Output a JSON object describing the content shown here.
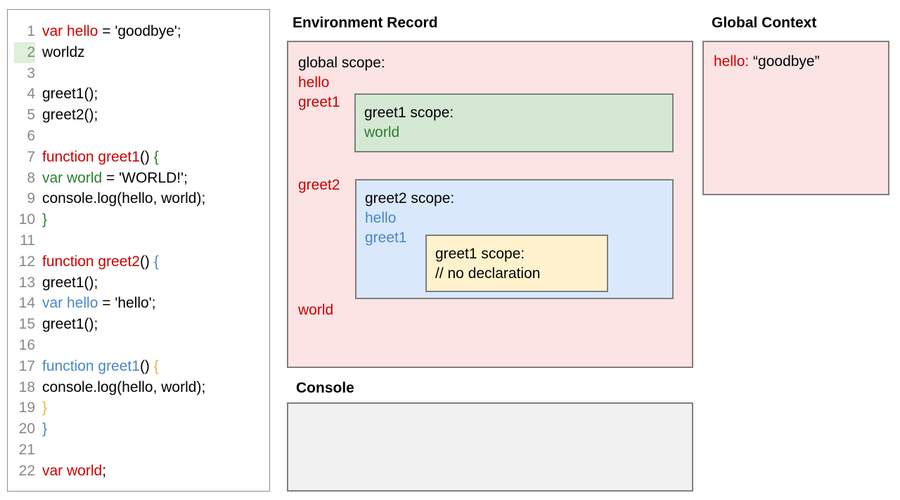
{
  "code_editor": {
    "lines": [
      {
        "num": "1",
        "highlight": false,
        "tokens": [
          {
            "t": "var hello",
            "c": "red"
          },
          {
            "t": " = 'goodbye';",
            "c": "black"
          }
        ]
      },
      {
        "num": "2",
        "highlight": true,
        "tokens": [
          {
            "t": "worldz",
            "c": "black"
          }
        ]
      },
      {
        "num": "3",
        "highlight": false,
        "tokens": []
      },
      {
        "num": "4",
        "highlight": false,
        "tokens": [
          {
            "t": "greet1();",
            "c": "black"
          }
        ]
      },
      {
        "num": "5",
        "highlight": false,
        "tokens": [
          {
            "t": "greet2();",
            "c": "black"
          }
        ]
      },
      {
        "num": "6",
        "highlight": false,
        "tokens": []
      },
      {
        "num": "7",
        "highlight": false,
        "tokens": [
          {
            "t": "function greet1",
            "c": "red"
          },
          {
            "t": "()",
            "c": "black"
          },
          {
            "t": " {",
            "c": "green"
          }
        ]
      },
      {
        "num": "8",
        "highlight": false,
        "tokens": [
          {
            "t": " ",
            "c": "black"
          },
          {
            "t": "var world",
            "c": "green"
          },
          {
            "t": " = 'WORLD!';",
            "c": "black"
          }
        ]
      },
      {
        "num": "9",
        "highlight": false,
        "tokens": [
          {
            "t": " console.log(hello, world);",
            "c": "black"
          }
        ]
      },
      {
        "num": "10",
        "highlight": false,
        "tokens": [
          {
            "t": "}",
            "c": "green"
          }
        ]
      },
      {
        "num": "11",
        "highlight": false,
        "tokens": []
      },
      {
        "num": "12",
        "highlight": false,
        "tokens": [
          {
            "t": " ",
            "c": "black"
          },
          {
            "t": "function greet2",
            "c": "red"
          },
          {
            "t": "()",
            "c": "black"
          },
          {
            "t": " {",
            "c": "blue"
          }
        ]
      },
      {
        "num": "13",
        "highlight": false,
        "tokens": [
          {
            "t": "  greet1();",
            "c": "black"
          }
        ]
      },
      {
        "num": "14",
        "highlight": false,
        "tokens": [
          {
            "t": "  ",
            "c": "black"
          },
          {
            "t": "var hello",
            "c": "blue"
          },
          {
            "t": " = 'hello';",
            "c": "black"
          }
        ]
      },
      {
        "num": "15",
        "highlight": false,
        "tokens": [
          {
            "t": "  greet1();",
            "c": "black"
          }
        ]
      },
      {
        "num": "16",
        "highlight": false,
        "tokens": []
      },
      {
        "num": "17",
        "highlight": false,
        "tokens": [
          {
            "t": "  ",
            "c": "black"
          },
          {
            "t": "function greet1",
            "c": "blue"
          },
          {
            "t": "()",
            "c": "black"
          },
          {
            "t": " {",
            "c": "tan"
          }
        ]
      },
      {
        "num": "18",
        "highlight": false,
        "tokens": [
          {
            "t": "  console.log(hello, world);",
            "c": "black"
          }
        ]
      },
      {
        "num": "19",
        "highlight": false,
        "tokens": [
          {
            "t": "  ",
            "c": "black"
          },
          {
            "t": "}",
            "c": "tan"
          }
        ]
      },
      {
        "num": "20",
        "highlight": false,
        "tokens": [
          {
            "t": "}",
            "c": "blue"
          }
        ]
      },
      {
        "num": "21",
        "highlight": false,
        "tokens": []
      },
      {
        "num": "22",
        "highlight": false,
        "tokens": [
          {
            "t": " ",
            "c": "black"
          },
          {
            "t": "var world",
            "c": "red"
          },
          {
            "t": ";",
            "c": "black"
          }
        ]
      }
    ]
  },
  "environment_record": {
    "title": "Environment Record",
    "global_scope_label": "global scope:",
    "bindings": [
      "hello",
      "greet1",
      "greet2",
      "world"
    ],
    "binding_hello": "hello",
    "binding_greet1": "greet1",
    "binding_greet2": "greet2",
    "binding_world": "world",
    "greet1_scope": {
      "title": "greet1 scope:",
      "entries": [
        "world"
      ],
      "entry_world": "world"
    },
    "greet2_scope": {
      "title": "greet2 scope:",
      "entry_hello": "hello",
      "entry_greet1": "greet1",
      "inner_greet1_scope": {
        "title": "greet1 scope:",
        "note": "// no declaration"
      }
    }
  },
  "console": {
    "title": "Console",
    "output": ""
  },
  "global_context": {
    "title": "Global Context",
    "entries": [
      {
        "key": "hello:",
        "value": "“goodbye”"
      }
    ],
    "entry_key": "hello:",
    "entry_value": "“goodbye”"
  },
  "colors": {
    "pink_panel": "#fce4e4",
    "green_scope": "#d5e8d4",
    "blue_scope": "#dae8fc",
    "yellow_scope": "#fff2cc",
    "console_fill": "#f1f1f1",
    "border": "#7f7f7f",
    "token_red": "#cc0000",
    "token_green": "#2e7d32",
    "token_blue": "#4a86c8",
    "token_tan": "#e8b44a",
    "line_number": "#888888",
    "line_highlight": "#dff0d8"
  }
}
